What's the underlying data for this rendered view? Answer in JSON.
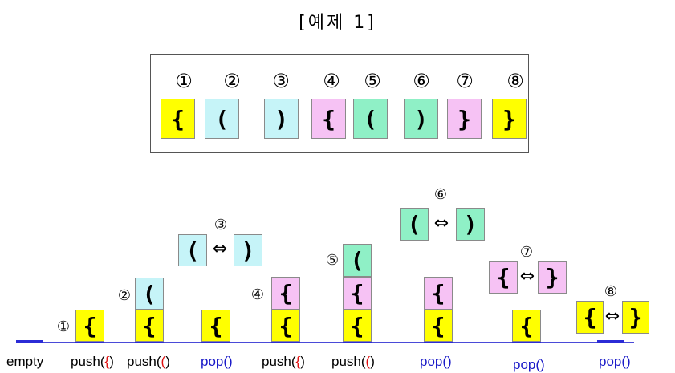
{
  "title": "[예제 1]",
  "example": {
    "numbers": [
      "①",
      "②",
      "③",
      "④",
      "⑤",
      "⑥",
      "⑦",
      "⑧"
    ],
    "chars": [
      "{",
      "(",
      ")",
      "{",
      "(",
      ")",
      "}",
      "}"
    ],
    "colors": [
      "#ffff00",
      "#c6f4f8",
      "#c6f4f8",
      "#f6c2f4",
      "#8ff0c6",
      "#8ff0c6",
      "#f6c2f4",
      "#ffff00"
    ]
  },
  "steps": {
    "num1": "①",
    "num2": "②",
    "num3": "③",
    "num4": "④",
    "num5": "⑤",
    "num6": "⑥",
    "num7": "⑦",
    "num8": "⑧",
    "arrow": "⇔",
    "brace_open": "{",
    "brace_close": "}",
    "paren_open": "(",
    "paren_close": ")"
  },
  "operations": {
    "empty": "empty",
    "push": "push(",
    "close": ")",
    "pop": "pop()",
    "arg1": "{",
    "arg2": "(",
    "arg4": "{",
    "arg5": "("
  },
  "colors": {
    "yellow": "#ffff00",
    "cyan": "#c6f4f8",
    "pink": "#f6c2f4",
    "green": "#8ff0c6",
    "baseline": "#2b2bd6",
    "pop_text": "#1818c8",
    "arg_text": "#e01010"
  }
}
